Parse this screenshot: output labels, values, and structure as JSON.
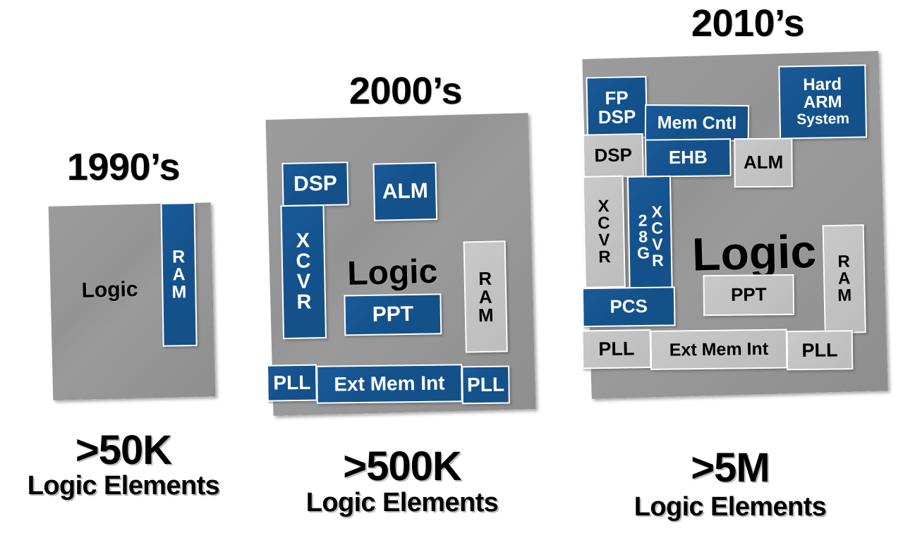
{
  "page": {
    "title": "FPGA Device Evolution",
    "background": "#ffffff",
    "colors": {
      "blue_block": "#14528c",
      "die_gray": "#969696",
      "light_gray_block": "#c3c3c3",
      "text_dark": "#000000",
      "text_light": "#ffffff"
    }
  },
  "eras": [
    {
      "id": "era-1990s",
      "title": "1990’s",
      "count": ">50K",
      "caption": "Logic Elements",
      "logic_label": "Logic",
      "blocks": [
        {
          "name": "ram",
          "label": "RAM",
          "style": "blue",
          "orientation": "vertical"
        }
      ]
    },
    {
      "id": "era-2000s",
      "title": "2000’s",
      "count": ">500K",
      "caption": "Logic Elements",
      "logic_label": "Logic",
      "blocks": [
        {
          "name": "dsp",
          "label": "DSP",
          "style": "blue",
          "orientation": "horizontal"
        },
        {
          "name": "xcvr",
          "label": "XCVR",
          "style": "blue",
          "orientation": "vertical"
        },
        {
          "name": "alm",
          "label": "ALM",
          "style": "blue",
          "orientation": "horizontal"
        },
        {
          "name": "ppt",
          "label": "PPT",
          "style": "blue",
          "orientation": "horizontal"
        },
        {
          "name": "ram",
          "label": "RAM",
          "style": "light-gray",
          "orientation": "vertical"
        },
        {
          "name": "pll-left",
          "label": "PLL",
          "style": "blue",
          "orientation": "horizontal"
        },
        {
          "name": "ext-mem-int",
          "label": "Ext Mem Int",
          "style": "blue",
          "orientation": "horizontal"
        },
        {
          "name": "pll-right",
          "label": "PLL",
          "style": "blue",
          "orientation": "horizontal"
        }
      ]
    },
    {
      "id": "era-2010s",
      "title": "2010’s",
      "count": ">5M",
      "caption": "Logic Elements",
      "logic_label": "Logic",
      "blocks": [
        {
          "name": "fp-dsp",
          "label": "FP\nDSP",
          "style": "blue",
          "orientation": "horizontal"
        },
        {
          "name": "mem-cntl",
          "label": "Mem Cntl",
          "style": "blue",
          "orientation": "horizontal"
        },
        {
          "name": "hard-arm-system",
          "label": "Hard\nARM\nSystem",
          "style": "blue",
          "orientation": "horizontal"
        },
        {
          "name": "dsp",
          "label": "DSP",
          "style": "light-gray",
          "orientation": "horizontal"
        },
        {
          "name": "ehb",
          "label": "EHB",
          "style": "blue",
          "orientation": "horizontal"
        },
        {
          "name": "alm",
          "label": "ALM",
          "style": "light-gray",
          "orientation": "horizontal"
        },
        {
          "name": "xcvr",
          "label": "XCVR",
          "style": "light-gray",
          "orientation": "vertical"
        },
        {
          "name": "28g-xcvr",
          "label": "28G XCVR",
          "style": "blue",
          "orientation": "vertical"
        },
        {
          "name": "pcs",
          "label": "PCS",
          "style": "blue",
          "orientation": "horizontal"
        },
        {
          "name": "ppt",
          "label": "PPT",
          "style": "light-gray",
          "orientation": "horizontal"
        },
        {
          "name": "ram",
          "label": "RAM",
          "style": "light-gray",
          "orientation": "vertical"
        },
        {
          "name": "pll-left",
          "label": "PLL",
          "style": "light-gray",
          "orientation": "horizontal"
        },
        {
          "name": "ext-mem-int",
          "label": "Ext Mem Int",
          "style": "light-gray",
          "orientation": "horizontal"
        },
        {
          "name": "pll-right",
          "label": "PLL",
          "style": "light-gray",
          "orientation": "horizontal"
        }
      ]
    }
  ],
  "era_1990s": {
    "title": "1990’s",
    "count": ">50K",
    "caption": "Logic Elements",
    "logic": "Logic",
    "ram": {
      "l1": "R",
      "l2": "A",
      "l3": "M"
    }
  },
  "era_2000s": {
    "title": "2000’s",
    "count": ">500K",
    "caption": "Logic Elements",
    "logic": "Logic",
    "dsp": "DSP",
    "alm": "ALM",
    "ppt": "PPT",
    "xcvr": {
      "l1": "X",
      "l2": "C",
      "l3": "V",
      "l4": "R"
    },
    "ram": {
      "l1": "R",
      "l2": "A",
      "l3": "M"
    },
    "pll_left": "PLL",
    "ext_mem_int": "Ext Mem Int",
    "pll_right": "PLL"
  },
  "era_2010s": {
    "title": "2010’s",
    "count": ">5M",
    "caption": "Logic Elements",
    "logic": "Logic",
    "fp_dsp_1": "FP",
    "fp_dsp_2": "DSP",
    "mem_cntl": "Mem Cntl",
    "hard_arm_1": "Hard",
    "hard_arm_2": "ARM",
    "hard_arm_3": "System",
    "dsp": "DSP",
    "ehb": "EHB",
    "alm": "ALM",
    "xcvr": {
      "l1": "X",
      "l2": "C",
      "l3": "V",
      "l4": "R"
    },
    "g28": {
      "l1": "2",
      "l2": "8",
      "l3": "G"
    },
    "g28_xcvr": {
      "l1": "X",
      "l2": "C",
      "l3": "V",
      "l4": "R"
    },
    "pcs": "PCS",
    "ppt": "PPT",
    "ram": {
      "l1": "R",
      "l2": "A",
      "l3": "M"
    },
    "pll_left": "PLL",
    "ext_mem_int": "Ext Mem Int",
    "pll_right": "PLL"
  }
}
